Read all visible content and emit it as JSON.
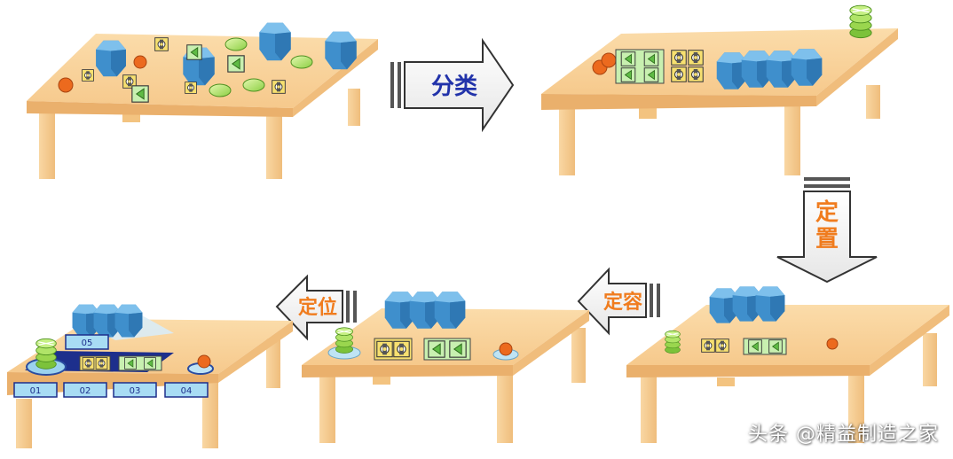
{
  "arrows": {
    "classify": "分类",
    "fixed_position_vertical": [
      "定",
      "置"
    ],
    "fixed_container": "定容",
    "fixed_location": "定位"
  },
  "zone_labels": {
    "z01": "01",
    "z02": "02",
    "z03": "03",
    "z04": "04",
    "z05": "05"
  },
  "watermark": "头条 @精益制造之家",
  "colors": {
    "table_top": "#f9d39a",
    "table_edge": "#e9b46a",
    "table_leg": "#f6c888",
    "block_blue": "#4a9bd4",
    "ball_orange": "#ec6a1e",
    "green_disc": "#a6e05a",
    "label_box": "#a8dcf4",
    "arrow_text_blue": "#2233aa",
    "arrow_text_orange": "#f07c1e"
  }
}
